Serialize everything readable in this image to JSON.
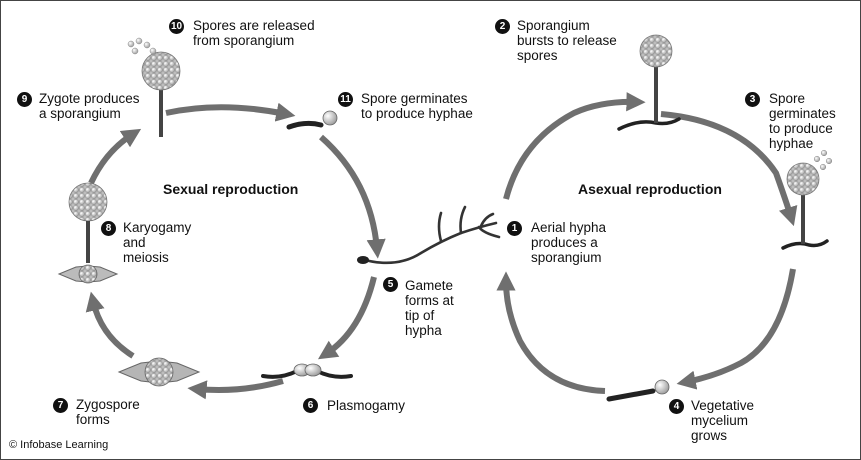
{
  "cycles": {
    "sexual": {
      "title": "Sexual reproduction"
    },
    "asexual": {
      "title": "Asexual reproduction"
    }
  },
  "steps": [
    {
      "n": "1",
      "lines": [
        "Aerial hypha",
        "produces a",
        "sporangium"
      ]
    },
    {
      "n": "2",
      "lines": [
        "Sporangium",
        "bursts to release",
        "spores"
      ]
    },
    {
      "n": "3",
      "lines": [
        "Spore",
        "germinates",
        "to produce",
        "hyphae"
      ]
    },
    {
      "n": "4",
      "lines": [
        "Vegetative",
        "mycelium",
        "grows"
      ]
    },
    {
      "n": "5",
      "lines": [
        "Gamete",
        "forms at",
        "tip of",
        "hypha"
      ]
    },
    {
      "n": "6",
      "lines": [
        "Plasmogamy"
      ]
    },
    {
      "n": "7",
      "lines": [
        "Zygospore",
        "forms"
      ]
    },
    {
      "n": "8",
      "lines": [
        "Karyogamy",
        "and",
        "meiosis"
      ]
    },
    {
      "n": "9",
      "lines": [
        "Zygote produces",
        "a sporangium"
      ]
    },
    {
      "n": "10",
      "lines": [
        "Spores are released",
        "from sporangium"
      ]
    },
    {
      "n": "11",
      "lines": [
        "Spore germinates",
        "to produce hyphae"
      ]
    }
  ],
  "copyright": "© Infobase Learning",
  "colors": {
    "arrow": "#6f6f6f",
    "ink": "#222222",
    "spore": "#cfcfcf"
  }
}
